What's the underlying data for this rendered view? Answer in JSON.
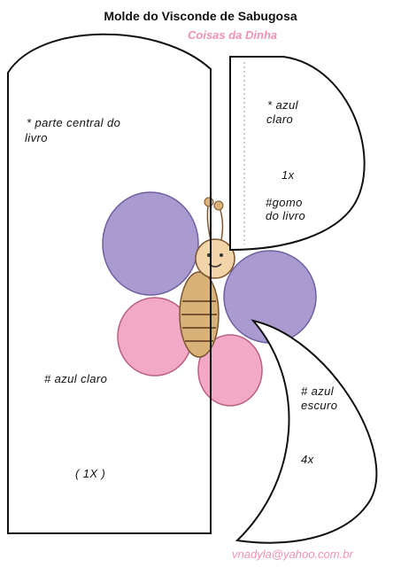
{
  "title": "Molde do Visconde de Sabugosa",
  "subtitle": "Coisas da Dinha",
  "pieces": {
    "central": {
      "label_line1": "* parte central do",
      "label_line2": "livro",
      "color_note": "# azul claro",
      "count": "( 1X )"
    },
    "gomo": {
      "color_line1": "* azul",
      "color_line2": "claro",
      "count": "1x",
      "label_line1": "#gomo",
      "label_line2": "do livro"
    },
    "crescent": {
      "color_line1": "# azul",
      "color_line2": "escuro",
      "count": "4x"
    }
  },
  "decoration": {
    "icon": "butterfly-illustration",
    "colors": {
      "wing_top": "#a99bd0",
      "wing_bottom": "#f2a9c6",
      "body": "#d9b27a"
    }
  },
  "footer": {
    "email": "vnadyla@yahoo.com.br"
  }
}
